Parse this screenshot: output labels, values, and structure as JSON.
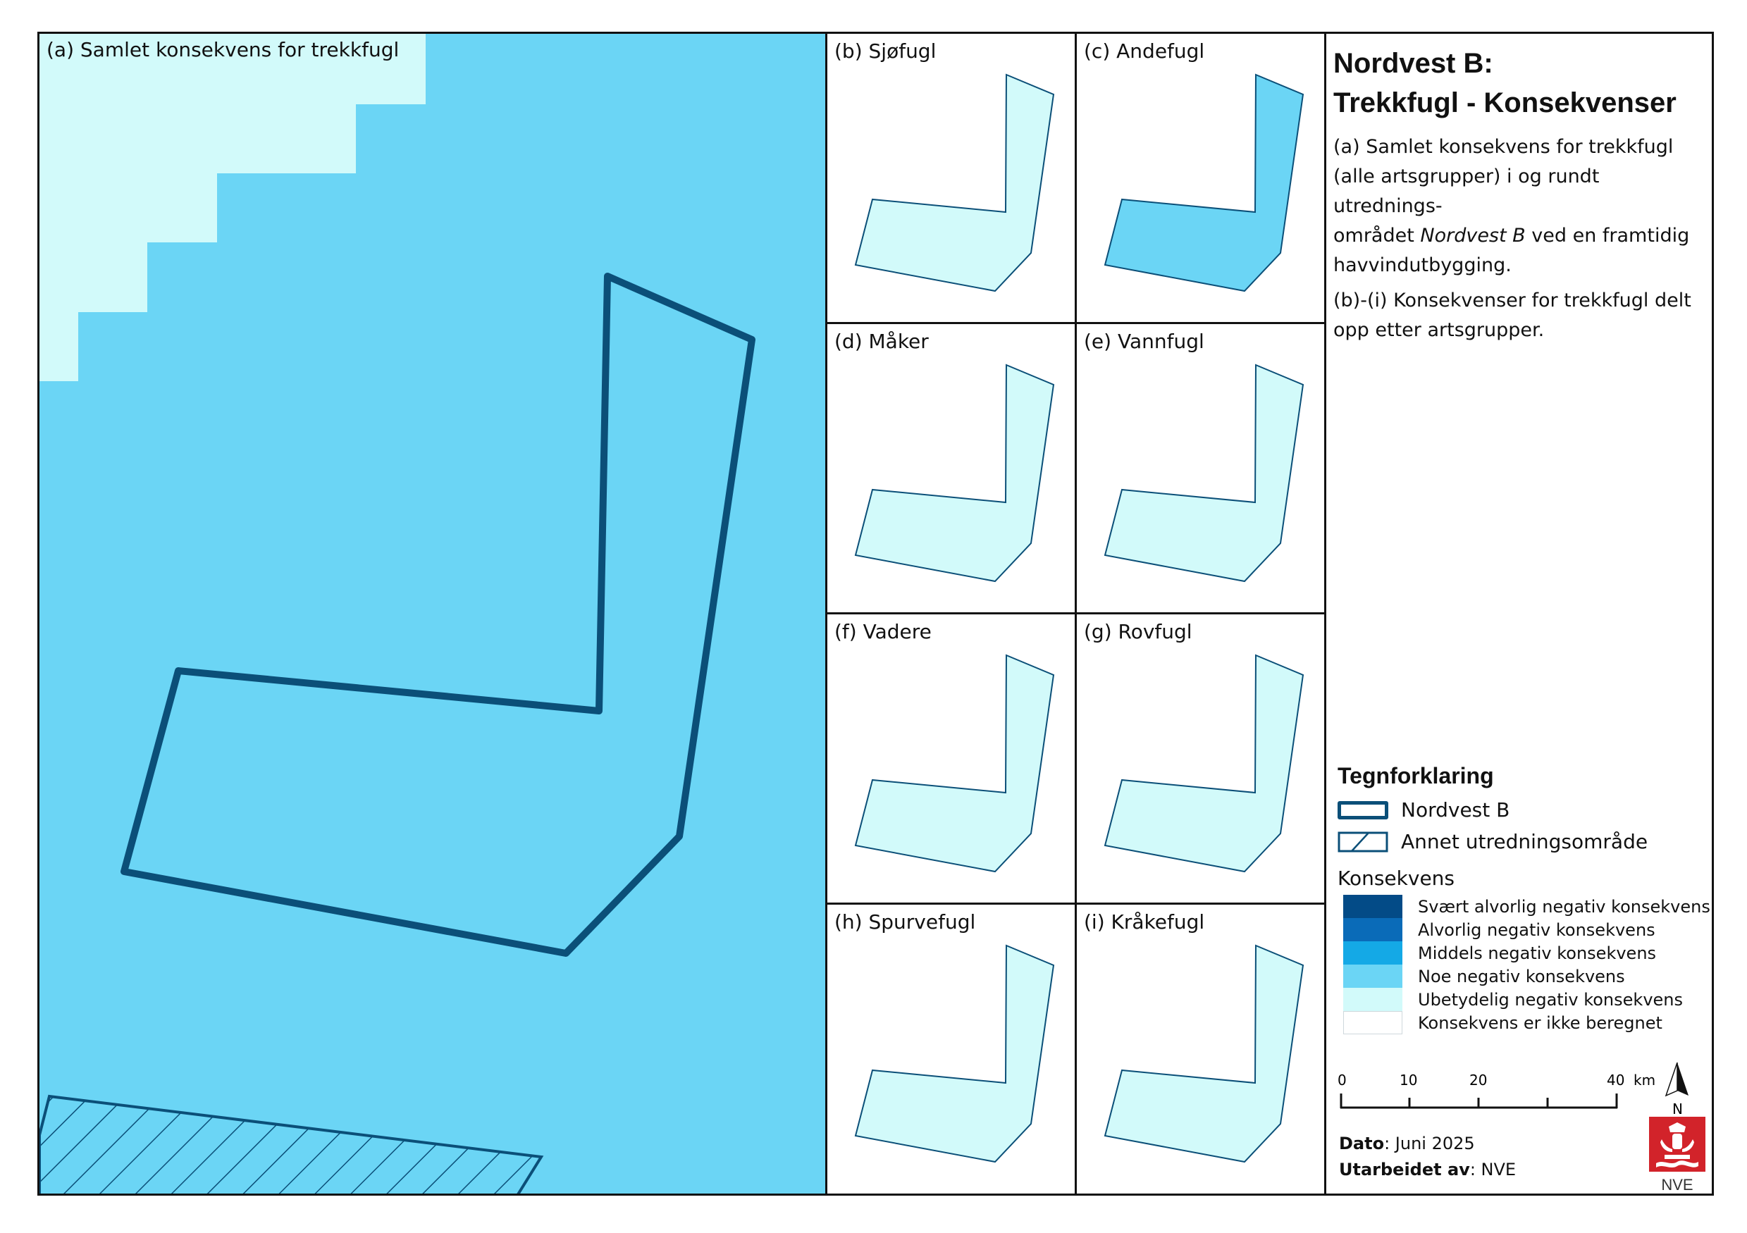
{
  "colors": {
    "svaert_alvorlig": "#034b87",
    "alvorlig": "#0a6bb8",
    "middels": "#14a9e6",
    "noe": "#6bd5f5",
    "ubetydelig": "#d2fafa",
    "ikke_beregnet": "#ffffff",
    "outline": "#0b4f78",
    "nve_red": "#d2232a"
  },
  "main_panel": {
    "label": "(a) Samlet konsekvens for trekkfugl",
    "fill_class": "noe"
  },
  "panels": [
    {
      "id": "b",
      "label": "(b) Sjøfugl",
      "fill_class": "ubetydelig"
    },
    {
      "id": "c",
      "label": "(c) Andefugl",
      "fill_class": "noe"
    },
    {
      "id": "d",
      "label": "(d) Måker",
      "fill_class": "ubetydelig"
    },
    {
      "id": "e",
      "label": "(e) Vannfugl",
      "fill_class": "ubetydelig"
    },
    {
      "id": "f",
      "label": "(f) Vadere",
      "fill_class": "ubetydelig"
    },
    {
      "id": "g",
      "label": "(g) Rovfugl",
      "fill_class": "ubetydelig"
    },
    {
      "id": "h",
      "label": "(h) Spurvefugl",
      "fill_class": "ubetydelig"
    },
    {
      "id": "i",
      "label": "(i) Kråkefugl",
      "fill_class": "ubetydelig"
    }
  ],
  "side": {
    "title_line1": "Nordvest B:",
    "title_line2": "Trekkfugl - Konsekvenser",
    "desc_a_1": "(a) Samlet konsekvens for trekkfugl",
    "desc_a_2": "(alle artsgrupper) i og rundt utrednings-",
    "desc_a_3_pre": "området ",
    "desc_a_3_em": "Nordvest B",
    "desc_a_3_post": " ved en framtidig",
    "desc_a_4": "havvindutbygging.",
    "desc_b_1": "(b)-(i) Konsekvenser for trekkfugl delt",
    "desc_b_2": "opp etter artsgrupper."
  },
  "legend": {
    "title": "Tegnforklaring",
    "nordvest_b": "Nordvest B",
    "annet": "Annet utredningsområde",
    "konsekvens_title": "Konsekvens",
    "classes": [
      {
        "label": "Svært alvorlig negativ konsekvens",
        "color": "#034b87"
      },
      {
        "label": "Alvorlig negativ konsekvens",
        "color": "#0a6bb8"
      },
      {
        "label": "Middels negativ konsekvens",
        "color": "#14a9e6"
      },
      {
        "label": "Noe negativ konsekvens",
        "color": "#6bd5f5"
      },
      {
        "label": "Ubetydelig negativ konsekvens",
        "color": "#d2fafa"
      },
      {
        "label": "Konsekvens er ikke beregnet",
        "color": "#ffffff"
      }
    ]
  },
  "scalebar": {
    "ticks": [
      "0",
      "10",
      "20",
      "40"
    ],
    "unit": "km",
    "north": "N"
  },
  "meta": {
    "dato_label": "Dato",
    "dato_value": ": Juni 2025",
    "utarbeidet_label": "Utarbeidet av",
    "utarbeidet_value": ": NVE",
    "logo_text": "NVE"
  }
}
